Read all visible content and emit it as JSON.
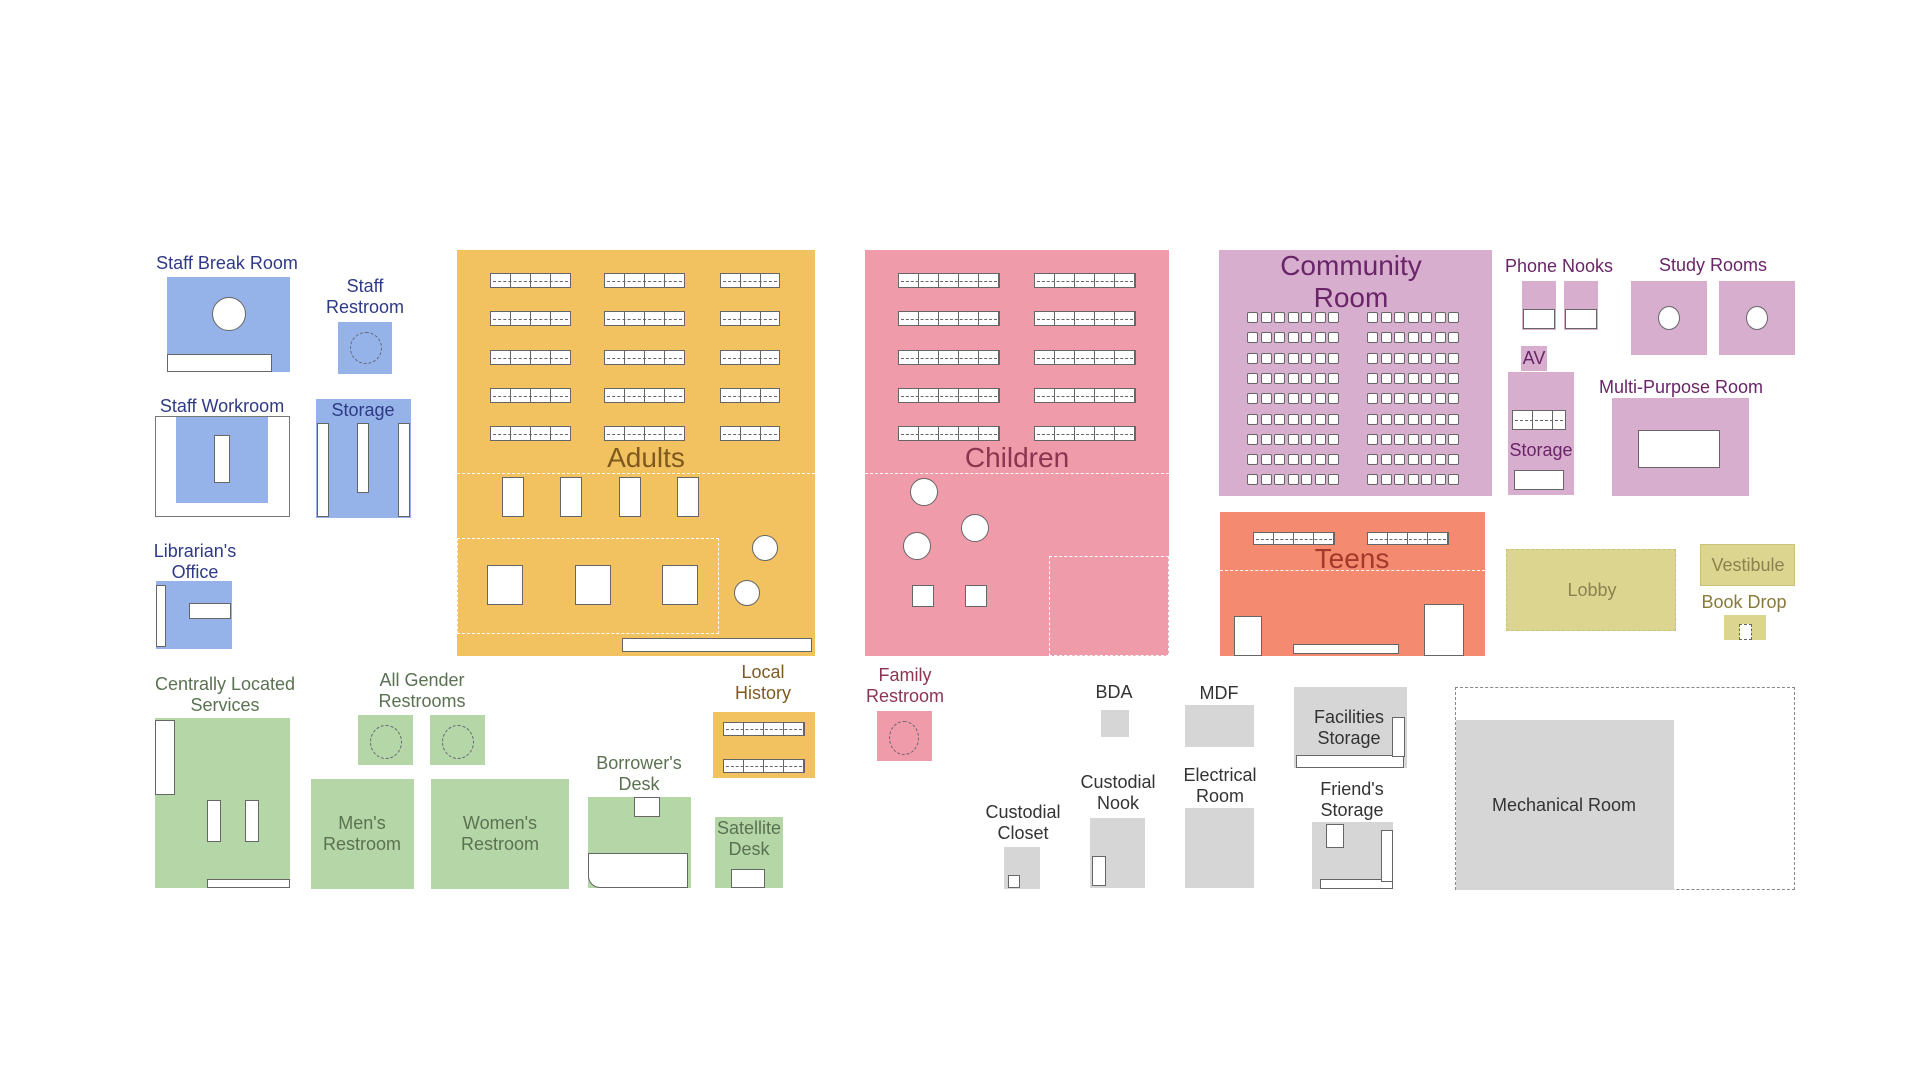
{
  "colors": {
    "staff": "#95b3e8",
    "adults": "#f1c25f",
    "children": "#ef9ba9",
    "community": "#d8aecf",
    "teens": "#f48b70",
    "lobby": "#dcd58f",
    "services": "#b5d6a7",
    "utility": "#d6d6d6"
  },
  "rooms": {
    "staff_break_room": "Staff Break Room",
    "staff_restroom": "Staff\nRestroom",
    "staff_workroom": "Staff Workroom",
    "staff_storage": "Storage",
    "librarians_office": "Librarian's\nOffice",
    "adults": "Adults",
    "children": "Children",
    "community_room": "Community\nRoom",
    "phone_nooks": "Phone Nooks",
    "study_rooms": "Study Rooms",
    "av": "AV",
    "av_storage": "Storage",
    "multi_purpose_room": "Multi-Purpose Room",
    "teens": "Teens",
    "lobby": "Lobby",
    "vestibule": "Vestibule",
    "book_drop": "Book Drop",
    "centrally_located_services": "Centrally Located\nServices",
    "all_gender_restrooms": "All Gender\nRestrooms",
    "mens_restroom": "Men's\nRestroom",
    "womens_restroom": "Women's\nRestroom",
    "borrowers_desk": "Borrower's\nDesk",
    "local_history": "Local\nHistory",
    "satellite_desk": "Satellite\nDesk",
    "family_restroom": "Family\nRestroom",
    "bda": "BDA",
    "mdf": "MDF",
    "facilities_storage": "Facilities\nStorage",
    "custodial_closet": "Custodial\nCloset",
    "custodial_nook": "Custodial\nNook",
    "electrical_room": "Electrical\nRoom",
    "friends_storage": "Friend's\nStorage",
    "mechanical_room": "Mechanical Room"
  }
}
